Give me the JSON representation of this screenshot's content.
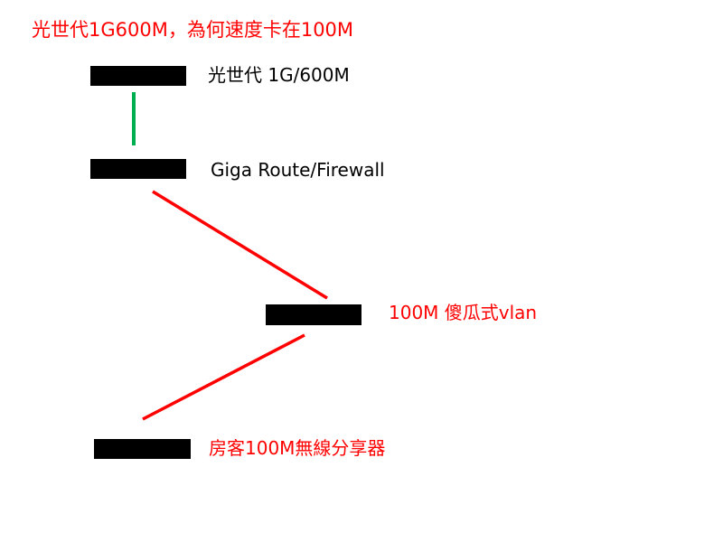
{
  "title": {
    "text": "光世代1G600M，為何速度卡在100M",
    "color": "#ff0000"
  },
  "nodes": [
    {
      "id": "fiber",
      "label": "光世代 1G/600M",
      "label_color": "#000000"
    },
    {
      "id": "router",
      "label": "Giga Route/Firewall",
      "label_color": "#000000"
    },
    {
      "id": "switch",
      "label": "100M 傻瓜式vlan",
      "label_color": "#ff0000"
    },
    {
      "id": "ap",
      "label": "房客100M無線分享器",
      "label_color": "#ff0000"
    }
  ],
  "connections": [
    {
      "from": "fiber",
      "to": "router",
      "color": "#00b050"
    },
    {
      "from": "router",
      "to": "switch",
      "color": "#ff0000"
    },
    {
      "from": "switch",
      "to": "ap",
      "color": "#ff0000"
    }
  ],
  "colors": {
    "device_bar": "#000000",
    "fast_link": "#00b050",
    "bottleneck_link": "#ff0000",
    "title_text": "#ff0000",
    "background": "#ffffff"
  }
}
